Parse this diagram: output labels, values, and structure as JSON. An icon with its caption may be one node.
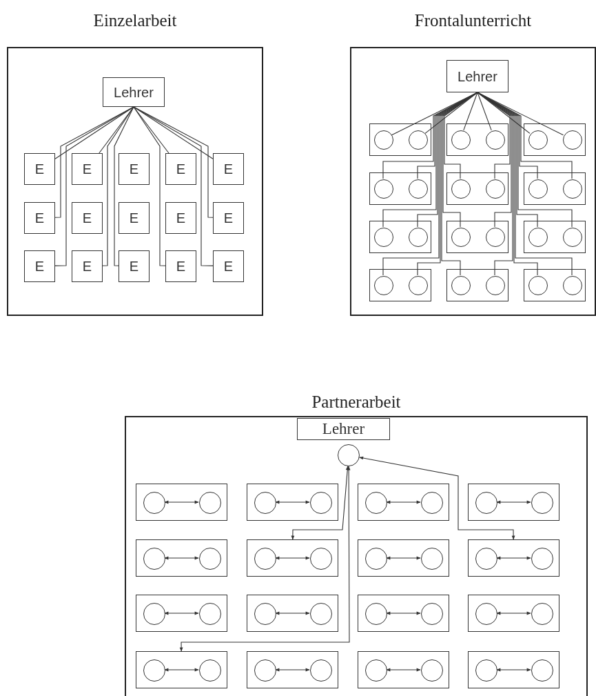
{
  "diagram": {
    "nodes": [
      {
        "text": [
          "Einzelarbeit"
        ]
      },
      {
        "text": [
          "Lehrer"
        ],
        "in": 0
      },
      {
        "text": [
          "E"
        ],
        "in": 0
      },
      {
        "text": [
          "E"
        ],
        "in": 0
      },
      {
        "text": [
          "E"
        ],
        "in": 0
      },
      {
        "text": [
          "E"
        ],
        "in": 0
      },
      {
        "text": [
          "E"
        ],
        "in": 0
      },
      {
        "text": [
          "E"
        ],
        "in": 0
      },
      {
        "text": [
          "E"
        ],
        "in": 0
      },
      {
        "text": [
          "E"
        ],
        "in": 0
      },
      {
        "text": [
          "E"
        ],
        "in": 0
      },
      {
        "text": [
          "E"
        ],
        "in": 0
      },
      {
        "text": [
          "E"
        ],
        "in": 0
      },
      {
        "text": [
          "E"
        ],
        "in": 0
      },
      {
        "text": [
          "E"
        ],
        "in": 0
      },
      {
        "text": [
          "E"
        ],
        "in": 0
      },
      {
        "text": [
          "E"
        ],
        "in": 0
      },
      {
        "text": [
          "Frontalunterricht"
        ]
      },
      {
        "text": [
          "Lehrer"
        ],
        "in": 17
      },
      {
        "text": [],
        "shape": "box",
        "in": 17
      },
      {
        "text": [],
        "shape": "circle",
        "in": 19
      },
      {
        "text": [],
        "shape": "circle",
        "in": 19
      },
      {
        "text": [],
        "shape": "box",
        "in": 17
      },
      {
        "text": [],
        "shape": "circle",
        "in": 22
      },
      {
        "text": [],
        "shape": "circle",
        "in": 22
      },
      {
        "text": [],
        "shape": "box",
        "in": 17
      },
      {
        "text": [],
        "shape": "circle",
        "in": 25
      },
      {
        "text": [],
        "shape": "circle",
        "in": 25
      },
      {
        "text": [],
        "shape": "box",
        "in": 17
      },
      {
        "text": [],
        "shape": "circle",
        "in": 28
      },
      {
        "text": [],
        "shape": "circle",
        "in": 28
      },
      {
        "text": [],
        "shape": "box",
        "in": 17
      },
      {
        "text": [],
        "shape": "circle",
        "in": 31
      },
      {
        "text": [],
        "shape": "circle",
        "in": 31
      },
      {
        "text": [],
        "shape": "box",
        "in": 17
      },
      {
        "text": [],
        "shape": "circle",
        "in": 34
      },
      {
        "text": [],
        "shape": "circle",
        "in": 34
      },
      {
        "text": [],
        "shape": "box",
        "in": 17
      },
      {
        "text": [],
        "shape": "circle",
        "in": 37
      },
      {
        "text": [],
        "shape": "circle",
        "in": 37
      },
      {
        "text": [],
        "shape": "box",
        "in": 17
      },
      {
        "text": [],
        "shape": "circle",
        "in": 40
      },
      {
        "text": [],
        "shape": "circle",
        "in": 40
      },
      {
        "text": [],
        "shape": "box",
        "in": 17
      },
      {
        "text": [],
        "shape": "circle",
        "in": 43
      },
      {
        "text": [],
        "shape": "circle",
        "in": 43
      },
      {
        "text": [],
        "shape": "box",
        "in": 17
      },
      {
        "text": [],
        "shape": "circle",
        "in": 46
      },
      {
        "text": [],
        "shape": "circle",
        "in": 46
      },
      {
        "text": [],
        "shape": "box",
        "in": 17
      },
      {
        "text": [],
        "shape": "circle",
        "in": 49
      },
      {
        "text": [],
        "shape": "circle",
        "in": 49
      },
      {
        "text": [],
        "shape": "box",
        "in": 17
      },
      {
        "text": [],
        "shape": "circle",
        "in": 52
      },
      {
        "text": [],
        "shape": "circle",
        "in": 52
      },
      {
        "text": [
          "Partnerarbeit"
        ]
      },
      {
        "text": [
          "Lehrer"
        ],
        "in": 55
      },
      {
        "text": [],
        "shape": "circle",
        "in": 55
      },
      {
        "text": [],
        "shape": "box",
        "in": 55
      },
      {
        "text": [],
        "shape": "circle",
        "in": 58
      },
      {
        "text": [],
        "shape": "circle",
        "in": 58
      },
      {
        "text": [],
        "shape": "box",
        "in": 55
      },
      {
        "text": [],
        "shape": "circle",
        "in": 61
      },
      {
        "text": [],
        "shape": "circle",
        "in": 61
      },
      {
        "text": [],
        "shape": "box",
        "in": 55
      },
      {
        "text": [],
        "shape": "circle",
        "in": 64
      },
      {
        "text": [],
        "shape": "circle",
        "in": 64
      },
      {
        "text": [],
        "shape": "box",
        "in": 55
      },
      {
        "text": [],
        "shape": "circle",
        "in": 67
      },
      {
        "text": [],
        "shape": "circle",
        "in": 67
      },
      {
        "text": [],
        "shape": "box",
        "in": 55
      },
      {
        "text": [],
        "shape": "circle",
        "in": 70
      },
      {
        "text": [],
        "shape": "circle",
        "in": 70
      },
      {
        "text": [],
        "shape": "box",
        "in": 55
      },
      {
        "text": [],
        "shape": "circle",
        "in": 73
      },
      {
        "text": [],
        "shape": "circle",
        "in": 73
      },
      {
        "text": [],
        "shape": "box",
        "in": 55
      },
      {
        "text": [],
        "shape": "circle",
        "in": 76
      },
      {
        "text": [],
        "shape": "circle",
        "in": 76
      },
      {
        "text": [],
        "shape": "box",
        "in": 55
      },
      {
        "text": [],
        "shape": "circle",
        "in": 79
      },
      {
        "text": [],
        "shape": "circle",
        "in": 79
      },
      {
        "text": [],
        "shape": "box",
        "in": 55
      },
      {
        "text": [],
        "shape": "circle",
        "in": 82
      },
      {
        "text": [],
        "shape": "circle",
        "in": 82
      },
      {
        "text": [],
        "shape": "box",
        "in": 55
      },
      {
        "text": [],
        "shape": "circle",
        "in": 85
      },
      {
        "text": [],
        "shape": "circle",
        "in": 85
      },
      {
        "text": [],
        "shape": "box",
        "in": 55
      },
      {
        "text": [],
        "shape": "circle",
        "in": 88
      },
      {
        "text": [],
        "shape": "circle",
        "in": 88
      },
      {
        "text": [],
        "shape": "box",
        "in": 55
      },
      {
        "text": [],
        "shape": "circle",
        "in": 91
      },
      {
        "text": [],
        "shape": "circle",
        "in": 91
      },
      {
        "text": [],
        "shape": "box",
        "in": 55
      },
      {
        "text": [],
        "shape": "circle",
        "in": 94
      },
      {
        "text": [],
        "shape": "circle",
        "in": 94
      },
      {
        "text": [],
        "shape": "box",
        "in": 55
      },
      {
        "text": [],
        "shape": "circle",
        "in": 97
      },
      {
        "text": [],
        "shape": "circle",
        "in": 97
      },
      {
        "text": [],
        "shape": "box",
        "in": 55
      },
      {
        "text": [],
        "shape": "circle",
        "in": 100
      },
      {
        "text": [],
        "shape": "circle",
        "in": 100
      },
      {
        "text": [],
        "shape": "box",
        "in": 55
      },
      {
        "text": [],
        "shape": "circle",
        "in": 103
      },
      {
        "text": [],
        "shape": "circle",
        "in": 103
      }
    ],
    "edges": [
      {
        "from": 1,
        "to": 2,
        "arrow": "none"
      },
      {
        "from": 1,
        "to": 3,
        "arrow": "none"
      },
      {
        "from": 1,
        "to": 5,
        "arrow": "none"
      },
      {
        "from": 1,
        "to": 6,
        "arrow": "none"
      },
      {
        "from": 1,
        "to": 7,
        "arrow": "none"
      },
      {
        "from": 1,
        "to": 11,
        "arrow": "none"
      },
      {
        "from": 1,
        "to": 12,
        "arrow": "none"
      },
      {
        "from": 1,
        "to": 13,
        "arrow": "none"
      },
      {
        "from": 1,
        "to": 14,
        "arrow": "none"
      },
      {
        "from": 1,
        "to": 15,
        "arrow": "none"
      },
      {
        "from": 1,
        "to": 16,
        "arrow": "none"
      },
      {
        "from": 18,
        "to": 20,
        "arrow": "none"
      },
      {
        "from": 18,
        "to": 21,
        "arrow": "none"
      },
      {
        "from": 18,
        "to": 23,
        "arrow": "none"
      },
      {
        "from": 18,
        "to": 24,
        "arrow": "none"
      },
      {
        "from": 18,
        "to": 26,
        "arrow": "none"
      },
      {
        "from": 18,
        "to": 27,
        "arrow": "none"
      },
      {
        "from": 18,
        "to": 29,
        "arrow": "none"
      },
      {
        "from": 18,
        "to": 30,
        "arrow": "none"
      },
      {
        "from": 18,
        "to": 32,
        "arrow": "none"
      },
      {
        "from": 18,
        "to": 33,
        "arrow": "none"
      },
      {
        "from": 18,
        "to": 35,
        "arrow": "none"
      },
      {
        "from": 18,
        "to": 36,
        "arrow": "none"
      },
      {
        "from": 18,
        "to": 38,
        "arrow": "none"
      },
      {
        "from": 18,
        "to": 39,
        "arrow": "none"
      },
      {
        "from": 18,
        "to": 41,
        "arrow": "none"
      },
      {
        "from": 18,
        "to": 42,
        "arrow": "none"
      },
      {
        "from": 18,
        "to": 44,
        "arrow": "none"
      },
      {
        "from": 18,
        "to": 45,
        "arrow": "none"
      },
      {
        "from": 18,
        "to": 47,
        "arrow": "none"
      },
      {
        "from": 18,
        "to": 48,
        "arrow": "none"
      },
      {
        "from": 18,
        "to": 50,
        "arrow": "none"
      },
      {
        "from": 18,
        "to": 51,
        "arrow": "none"
      },
      {
        "from": 18,
        "to": 53,
        "arrow": "none"
      },
      {
        "from": 18,
        "to": 54,
        "arrow": "none"
      },
      {
        "from": 59,
        "to": 60,
        "arrow": "both"
      },
      {
        "from": 62,
        "to": 63,
        "arrow": "both"
      },
      {
        "from": 65,
        "to": 66,
        "arrow": "both"
      },
      {
        "from": 68,
        "to": 69,
        "arrow": "both"
      },
      {
        "from": 71,
        "to": 72,
        "arrow": "both"
      },
      {
        "from": 74,
        "to": 75,
        "arrow": "both"
      },
      {
        "from": 77,
        "to": 78,
        "arrow": "both"
      },
      {
        "from": 80,
        "to": 81,
        "arrow": "both"
      },
      {
        "from": 83,
        "to": 84,
        "arrow": "both"
      },
      {
        "from": 86,
        "to": 87,
        "arrow": "both"
      },
      {
        "from": 89,
        "to": 90,
        "arrow": "both"
      },
      {
        "from": 92,
        "to": 93,
        "arrow": "both"
      },
      {
        "from": 95,
        "to": 96,
        "arrow": "both"
      },
      {
        "from": 98,
        "to": 99,
        "arrow": "both"
      },
      {
        "from": 101,
        "to": 102,
        "arrow": "both"
      },
      {
        "from": 104,
        "to": 105,
        "arrow": "both"
      },
      {
        "from": 57,
        "to": 94,
        "arrow": "both"
      },
      {
        "from": 57,
        "to": 73,
        "arrow": "both"
      },
      {
        "from": 57,
        "to": 79,
        "arrow": "both"
      }
    ]
  }
}
